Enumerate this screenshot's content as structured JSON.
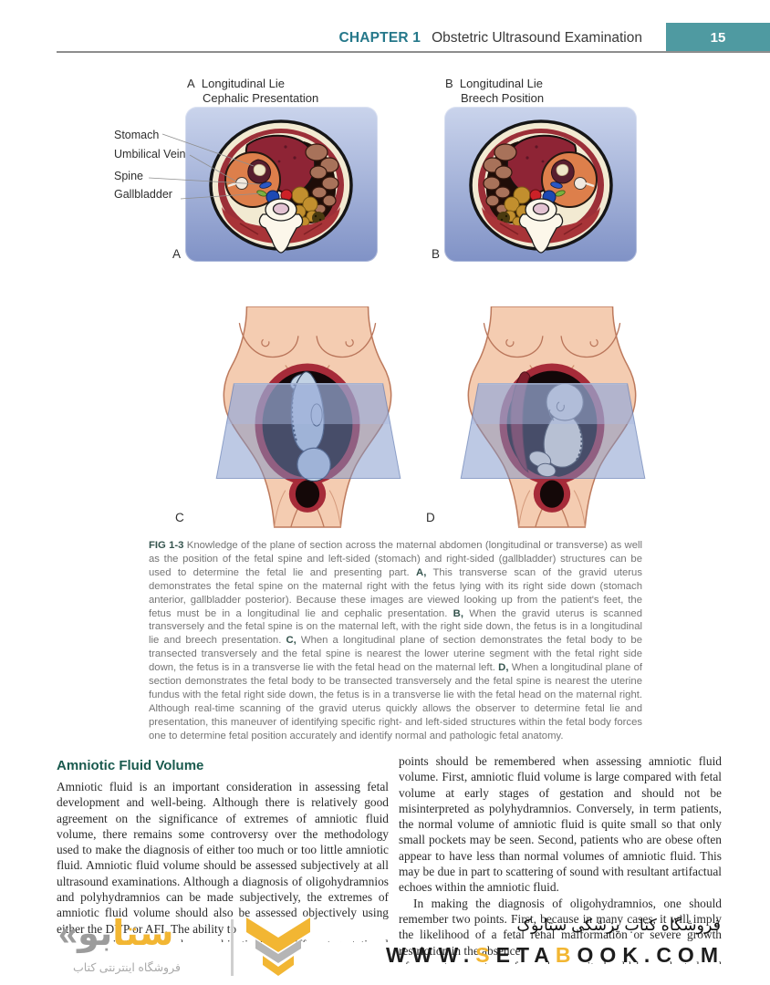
{
  "header": {
    "chapter_label": "CHAPTER 1",
    "chapter_title": "Obstetric Ultrasound Examination",
    "page_number": "15"
  },
  "figure": {
    "panel_a": {
      "letter": "A",
      "title_line1": "Longitudinal  Lie",
      "title_line2": "Cephalic Presentation"
    },
    "panel_b": {
      "letter": "B",
      "title_line1": "Longitudinal  Lie",
      "title_line2": "Breech Position"
    },
    "anatomy_labels": {
      "stomach": "Stomach",
      "umbilical_vein": "Umbilical Vein",
      "spine": "Spine",
      "gallbladder": "Gallbladder"
    },
    "panel_c_letter": "C",
    "panel_d_letter": "D",
    "caption_segments": [
      {
        "t": "FIG 1-3",
        "b": true
      },
      {
        "t": "  Knowledge of the plane of section across the maternal abdomen (longitudinal or transverse) as well as the position of the fetal spine and left-sided (stomach) and right-sided (gallbladder) structures can be used to determine the fetal lie and presenting part. ",
        "b": false
      },
      {
        "t": "A,",
        "b": true
      },
      {
        "t": " This transverse scan of the gravid uterus demonstrates the fetal spine on the maternal right with the fetus lying with its right side down (stomach anterior, gallbladder posterior). Because these images are viewed looking up from the patient's feet, the fetus must be in a longitudinal lie and cephalic presentation. ",
        "b": false
      },
      {
        "t": "B,",
        "b": true
      },
      {
        "t": " When the gravid uterus is scanned transversely and the fetal spine is on the maternal left, with the right side down, the fetus is in a longitudinal lie and breech presentation. ",
        "b": false
      },
      {
        "t": "C,",
        "b": true
      },
      {
        "t": " When a longitudinal plane of section demonstrates the fetal body to be transected transversely and the fetal spine is nearest the lower uterine segment with the fetal right side down, the fetus is in a transverse lie with the fetal head on the maternal left. ",
        "b": false
      },
      {
        "t": "D,",
        "b": true
      },
      {
        "t": " When a longitudinal plane of section demonstrates the fetal body to be transected transversely and the fetal spine is nearest the uterine fundus with the fetal right side down, the fetus is in a transverse lie with the fetal head on the maternal right. Although real-time scanning of the gravid uterus quickly allows the observer to determine fetal lie and presentation, this maneuver of identifying specific right- and left-sided structures within the fetal body forces one to determine fetal position accurately and identify normal and pathologic fetal anatomy.",
        "b": false
      }
    ]
  },
  "article": {
    "section_title": "Amniotic Fluid Volume",
    "left_column_text": "Amniotic fluid is an important consideration in assessing fetal development and well-being. Although there is relatively good agreement on the significance of extremes of amniotic fluid volume, there remains some controversy over the methodology used to make the diagnosis of either too much or too little amniotic fluid. Amniotic fluid volume should be assessed subjectively at all ultrasound examinations. Although a diagnosis of oligohydramnios and polyhydramnios can be made subjectively, the extremes of amniotic fluid volume should also be assessed objectively using either the DVP or AFI. The ability to",
    "left_column_clipped_line": "assess amniotic fluid volume subjectively at different gestational ages",
    "right_column_paragraph1": "points should be remembered when assessing amniotic fluid volume. First, amniotic fluid volume is large compared with fetal volume at early stages of gestation and should not be misinterpreted as polyhydramnios. Conversely, in term patients, the normal volume of amniotic fluid is quite small so that only small pockets may be seen. Second, patients who are obese often appear to have less than normal volumes of amniotic fluid. This may be due in part to scattering of sound with resultant artifactual echoes within the amniotic fluid.",
    "right_column_paragraph2": "In making the diagnosis of oligohydramnios, one should remember two points. First, because in many cases, it will imply the likelihood of a fetal renal malformation or severe growth restriction in the absence",
    "right_column_clipped_line": "of premature rupture of membranes, it should be evaluated and the"
  },
  "footer": {
    "logo_wordmark_segments": [
      {
        "t": "«",
        "c": "gray"
      },
      {
        "t": "بو",
        "c": "gray"
      },
      {
        "t": "ستا",
        "c": "yellow"
      }
    ],
    "logo_tagline": "فروشگاه اینترنتی کتاب",
    "store_line": "فروشگاه کتاب پزشکی ستابوک",
    "website_segments": [
      {
        "t": "WWW.",
        "c": "dark"
      },
      {
        "t": "S",
        "c": "yellow"
      },
      {
        "t": "ETA",
        "c": "dark"
      },
      {
        "t": "B",
        "c": "yellow"
      },
      {
        "t": "OOK.COM",
        "c": "dark"
      }
    ]
  },
  "colors": {
    "header_teal": "#4f9aa1",
    "chapter_label_teal": "#25788a",
    "section_heading_green": "#1a5a4e",
    "footer_yellow": "#f2b633",
    "footer_gray": "#9c9c9c"
  }
}
